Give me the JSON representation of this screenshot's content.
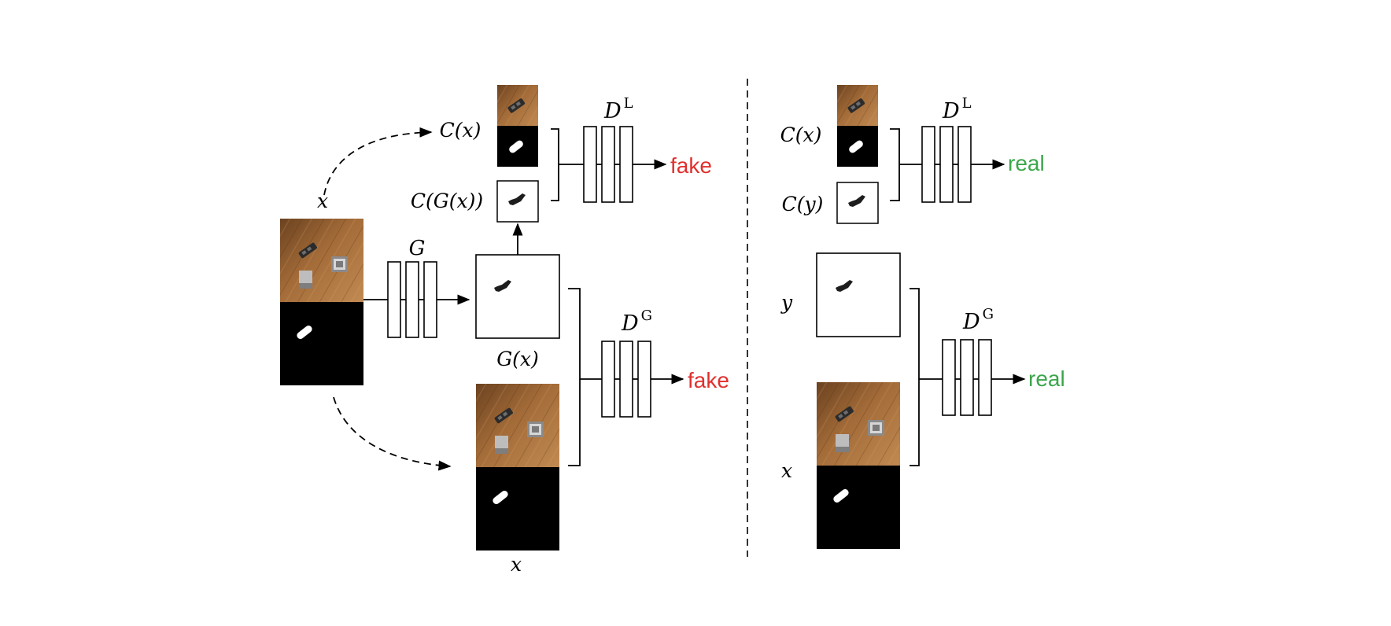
{
  "colors": {
    "fake": "#e0302e",
    "real": "#3aa64a",
    "wood_light": "#b97e48",
    "wood_mid": "#8d5a2c",
    "wood_dark": "#5a3616",
    "mask_bg": "#000000"
  },
  "icons": {
    "arrow": "arrowhead",
    "network_block": "three-bar-layers"
  },
  "left": {
    "input_label": "x",
    "generator_label": "G",
    "generated_label": "G(x)",
    "input_copy_label": "x",
    "crop_real_label": "C(x)",
    "crop_gen_label": "C(G(x))",
    "local_disc": {
      "base": "D",
      "sup": "L"
    },
    "global_disc": {
      "base": "D",
      "sup": "G"
    },
    "local_output": "fake",
    "global_output": "fake"
  },
  "right": {
    "crop_real_label": "C(x)",
    "crop_target_label": "C(y)",
    "target_label": "y",
    "input_label": "x",
    "local_disc": {
      "base": "D",
      "sup": "L"
    },
    "global_disc": {
      "base": "D",
      "sup": "G"
    },
    "local_output": "real",
    "global_output": "real"
  }
}
